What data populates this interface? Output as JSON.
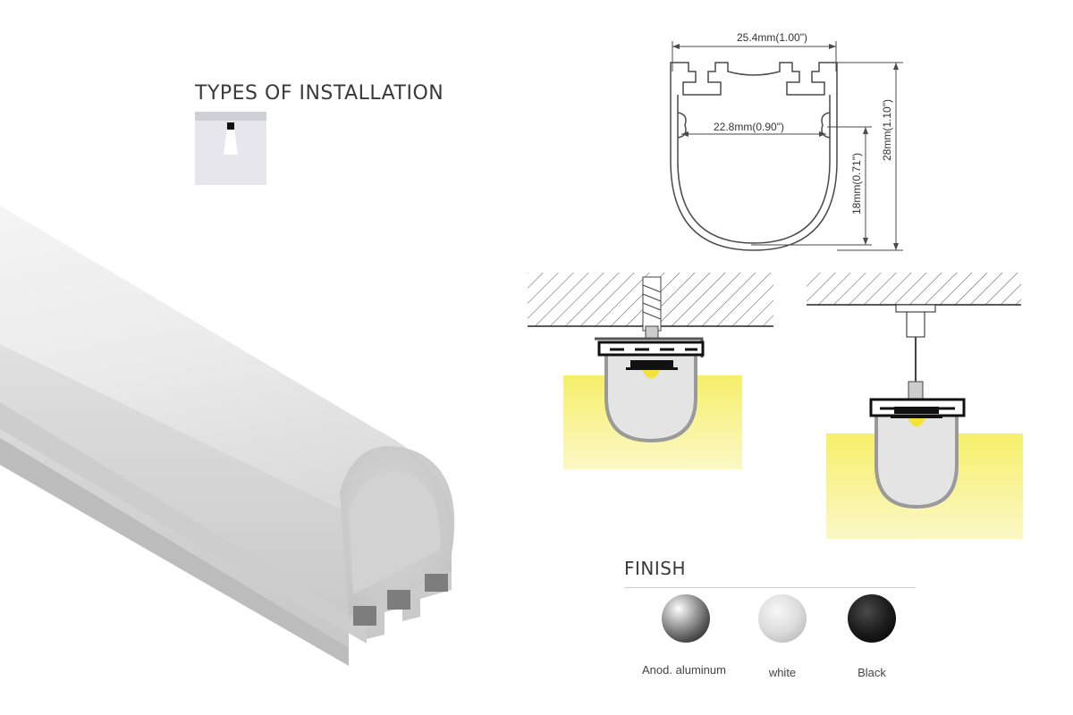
{
  "installation": {
    "title": "TYPES OF INSTALLATION"
  },
  "profile_drawing": {
    "width_outer": "25.4mm(1.00\")",
    "width_inner": "22.8mm(0.90\")",
    "height_inner": "18mm(0.71\")",
    "height_outer": "28mm(1.10\")"
  },
  "finish": {
    "title": "FINISH",
    "options": [
      {
        "label": "Anod. aluminum",
        "color": "#9a9a9a"
      },
      {
        "label": "white",
        "color": "#e4e4e4"
      },
      {
        "label": "Black",
        "color": "#1c1c1c"
      }
    ]
  },
  "colors": {
    "light_glow": "#f6ef6a",
    "led": "#f2e23a",
    "drawing_line": "#4a4a4a"
  }
}
